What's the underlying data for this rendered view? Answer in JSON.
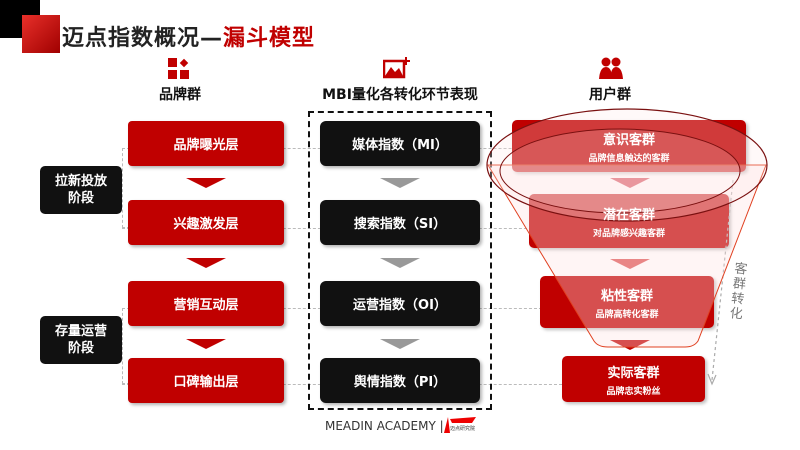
{
  "title": {
    "main": "迈点指数概况—",
    "accent": "漏斗模型"
  },
  "columns": {
    "brand": "品牌群",
    "mbi": "MBI量化各转化环节表现",
    "users": "用户群"
  },
  "stages": [
    {
      "label": "拉新投放\n阶段",
      "l1": "拉新投放",
      "l2": "阶段"
    },
    {
      "l1": "存量运营",
      "l2": "阶段"
    }
  ],
  "brand_layers": [
    "品牌曝光层",
    "兴趣激发层",
    "营销互动层",
    "口碑输出层"
  ],
  "indices": [
    "媒体指数（MI）",
    "搜索指数（SI）",
    "运营指数（OI）",
    "舆情指数（PI）"
  ],
  "user_groups": [
    {
      "name": "意识客群",
      "desc": "品牌信息触达的客群"
    },
    {
      "name": "潜在客群",
      "desc": "对品牌感兴趣客群"
    },
    {
      "name": "粘性客群",
      "desc": "品牌高转化客群"
    },
    {
      "name": "实际客群",
      "desc": "品牌忠实粉丝"
    }
  ],
  "conversion_label": "客群转化",
  "footer": {
    "text": "MEADIN ACADEMY |",
    "logo": "迈点研究院"
  },
  "colors": {
    "red": "#c00000",
    "black": "#111111"
  }
}
